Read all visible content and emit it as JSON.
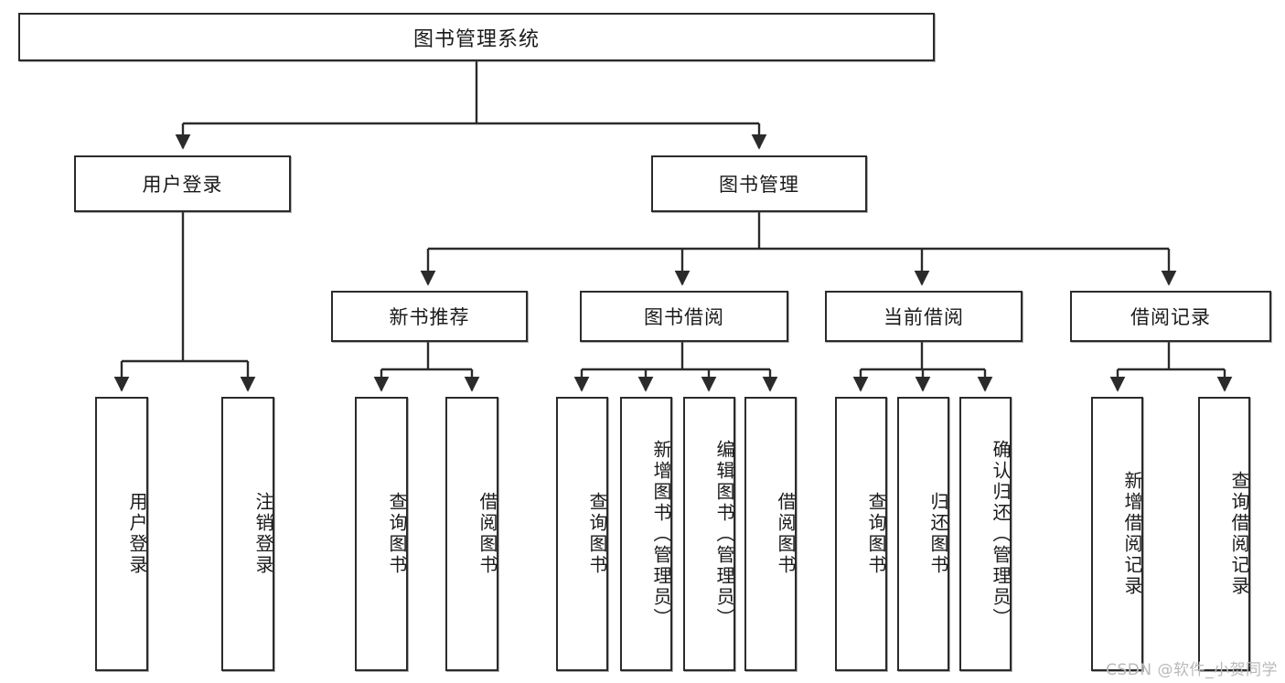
{
  "diagram": {
    "title": "图书管理系统",
    "watermark": "CSDN @软件_小贺同学",
    "nodes": {
      "root": {
        "label": "图书管理系统"
      },
      "level2": [
        {
          "id": "user-login",
          "label": "用户登录"
        },
        {
          "id": "book-manage",
          "label": "图书管理"
        }
      ],
      "level3": [
        {
          "id": "new-book-recommend",
          "label": "新书推荐"
        },
        {
          "id": "book-borrow",
          "label": "图书借阅"
        },
        {
          "id": "current-borrow",
          "label": "当前借阅"
        },
        {
          "id": "borrow-record",
          "label": "借阅记录"
        }
      ],
      "leaves": {
        "user_login": [
          {
            "id": "leaf-user-login",
            "label": "用户登录"
          },
          {
            "id": "leaf-logout-login",
            "label": "注销登录"
          }
        ],
        "new_book_recommend": [
          {
            "id": "leaf-query-book-1",
            "label": "查询图书"
          },
          {
            "id": "leaf-borrow-book-1",
            "label": "借阅图书"
          }
        ],
        "book_borrow": [
          {
            "id": "leaf-query-book-2",
            "label": "查询图书"
          },
          {
            "id": "leaf-add-book",
            "label": "新增图书（管理员）"
          },
          {
            "id": "leaf-edit-book",
            "label": "编辑图书（管理员）"
          },
          {
            "id": "leaf-borrow-book-2",
            "label": "借阅图书"
          }
        ],
        "current_borrow": [
          {
            "id": "leaf-query-book-3",
            "label": "查询图书"
          },
          {
            "id": "leaf-return-book",
            "label": "归还图书"
          },
          {
            "id": "leaf-confirm-return",
            "label": "确认归还（管理员）"
          }
        ],
        "borrow_record": [
          {
            "id": "leaf-add-record",
            "label": "新增借阅记录"
          },
          {
            "id": "leaf-query-record",
            "label": "查询借阅记录"
          }
        ]
      }
    },
    "colors": {
      "stroke": "#2b2b2b",
      "fill": "#ffffff",
      "text": "#1a1a1a",
      "watermark": "#b9b9b9"
    }
  }
}
